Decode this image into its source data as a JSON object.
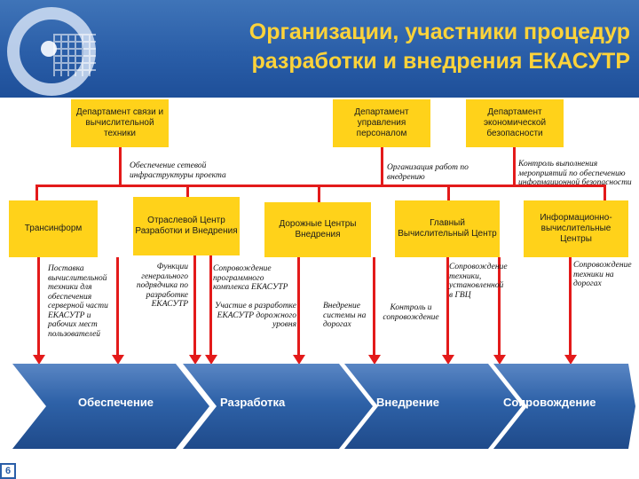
{
  "title": {
    "line1": "Организации, участники процедур",
    "line2": "разработки и внедрения ЕКАСУТР"
  },
  "departments": {
    "communications": "Департамент связи и вычислительной техники",
    "personnel": "Департамент управления персоналом",
    "security": "Департамент экономической безопасности"
  },
  "dept_notes": {
    "network": "Обеспечение сетевой инфраструктуры проекта",
    "organization": "Организация работ по внедрению",
    "security_control": "Контроль выполнения мероприятий по обеспечению информационной безопасности"
  },
  "orgs": {
    "transinform": "Трансинформ",
    "branch_center": "Отраслевой Центр Разработки и Внедрения",
    "road_centers": "Дорожные Центры Внедрения",
    "main_center": "Главный Вычислительный Центр",
    "it_centers": "Информационно-вычислительные Центры"
  },
  "activities": {
    "equipment": "Поставка вычислительной техники для обеспечения серверной части ЕКАСУТР и рабочих мест пользователей",
    "contractor": "Функции генерального подрядчика по разработке ЕКАСУТР",
    "support_software": "Сопровождение программного комплекса ЕКАСУТР",
    "road_segment": "Участие в разработке ЕКАСУТР дорожного уровня",
    "road_rollout": "Внедрение системы на дорогах",
    "control": "Контроль и сопровождение",
    "gvc_support": "Сопровождение техники, установленной в ГВЦ",
    "road_support": "Сопровождение техники на дорогах"
  },
  "stages": [
    "Обеспечение",
    "Разработка",
    "Внедрение",
    "Сопровождение"
  ],
  "page_number": "6",
  "colors": {
    "header_blue": "#2a5ea8",
    "title_yellow": "#fdd33a",
    "box_yellow": "#ffd21a",
    "connector_red": "#e31a1a",
    "arrow_blue": "#2e62a8"
  }
}
